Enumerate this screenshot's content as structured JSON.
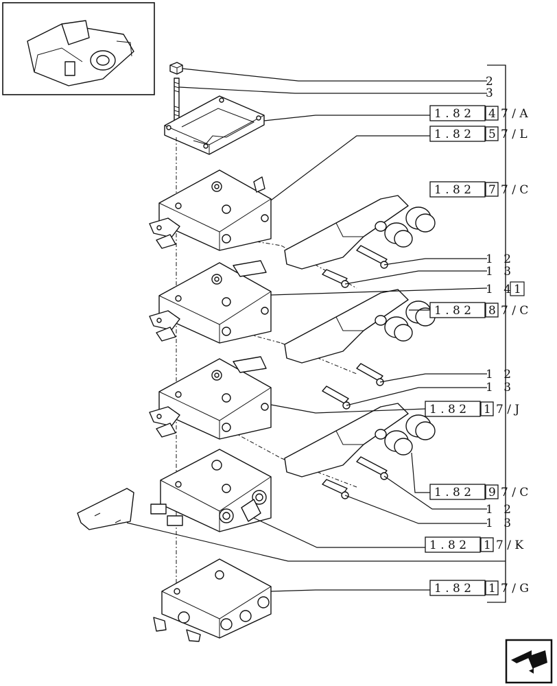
{
  "callouts": [
    {
      "id": "2",
      "label": "2"
    },
    {
      "id": "3",
      "label": "3"
    },
    {
      "id": "12a",
      "label": "1 2"
    },
    {
      "id": "13a",
      "label": "1 3"
    },
    {
      "id": "14",
      "label": "1 4"
    },
    {
      "id": "12b",
      "label": "1 2"
    },
    {
      "id": "13b",
      "label": "1 3"
    },
    {
      "id": "12c",
      "label": "1 2"
    },
    {
      "id": "13c",
      "label": "1 3"
    }
  ],
  "references": [
    {
      "prefix": "1 . 8 2",
      "box": "4",
      "suffix": "7 / A"
    },
    {
      "prefix": "1 . 8 2",
      "box": "5",
      "suffix": "7 / L"
    },
    {
      "prefix": "1 . 8 2",
      "box": "7",
      "suffix": "7 / C"
    },
    {
      "prefix": "1 . 8 2",
      "box": "8",
      "suffix": "7 / C"
    },
    {
      "prefix": "1 . 8 2",
      "box": "1",
      "suffix": "7 / J"
    },
    {
      "prefix": "1 . 8 2",
      "box": "9",
      "suffix": "7 / C"
    },
    {
      "prefix": "1 . 8 2",
      "box": "1",
      "suffix": "7 / K"
    },
    {
      "prefix": "1 . 8 2",
      "box": "1",
      "suffix": "7 / G"
    }
  ],
  "group_tag": "1",
  "icons": {
    "thumbnail": "machine-overview-thumbnail",
    "nav": "next-page-arrow-icon"
  }
}
